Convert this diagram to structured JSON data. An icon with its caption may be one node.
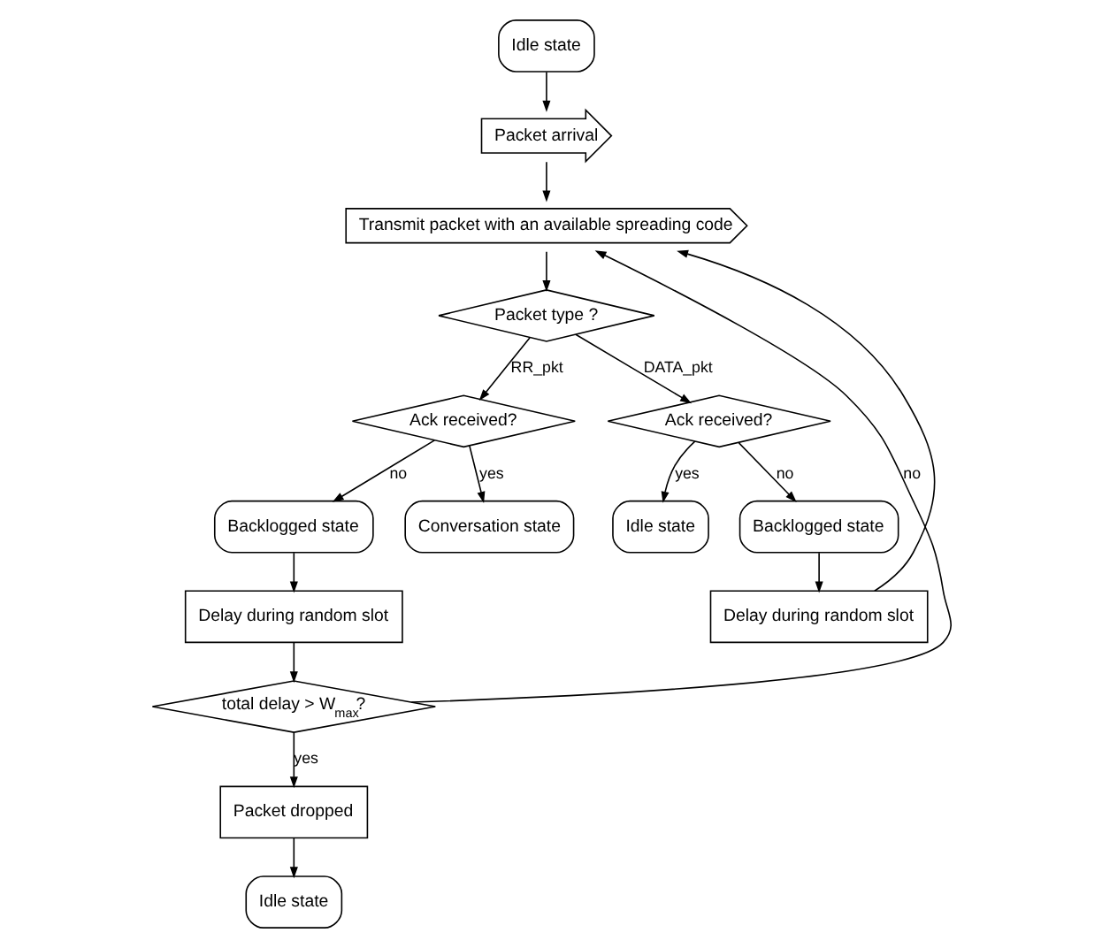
{
  "diagram": {
    "nodes": [
      {
        "text": [
          "Idle state"
        ]
      },
      {
        "text": [
          "Packet arrival"
        ]
      },
      {
        "text": [
          "Transmit packet with an available spreading code"
        ]
      },
      {
        "text": [
          "Packet type ?"
        ]
      },
      {
        "text": [
          "Ack received?"
        ]
      },
      {
        "text": [
          "Backlogged state"
        ]
      },
      {
        "text": [
          "Conversation state"
        ]
      },
      {
        "text": [
          "Delay during random slot"
        ]
      },
      {
        "text": [
          "total delay > W$_{max}$?"
        ]
      },
      {
        "text": [
          "Packet dropped"
        ]
      },
      {
        "text": [
          "Idle state"
        ]
      },
      {
        "text": [
          "Ack received?"
        ]
      },
      {
        "text": [
          "Idle state"
        ]
      },
      {
        "text": [
          "Backlogged state"
        ]
      },
      {
        "text": [
          "Delay during random slot"
        ]
      }
    ],
    "edges": [
      {
        "from": 0,
        "to": 1,
        "arrow": "to"
      },
      {
        "from": 1,
        "to": 2,
        "arrow": "to"
      },
      {
        "from": 2,
        "to": 3,
        "arrow": "to"
      },
      {
        "from": 3,
        "to": 4,
        "arrow": "to",
        "label": "RR_pkt"
      },
      {
        "from": 3,
        "to": 11,
        "arrow": "to",
        "label": "DATA_pkt"
      },
      {
        "from": 4,
        "to": 6,
        "arrow": "to",
        "label": "yes"
      },
      {
        "from": 4,
        "to": 5,
        "arrow": "to",
        "label": "no"
      },
      {
        "from": 5,
        "to": 7,
        "arrow": "to"
      },
      {
        "from": 7,
        "to": 8,
        "arrow": "to"
      },
      {
        "from": 8,
        "to": 9,
        "arrow": "to",
        "label": "yes"
      },
      {
        "from": 8,
        "to": 2,
        "arrow": "to",
        "label": "no"
      },
      {
        "from": 9,
        "to": 10,
        "arrow": "to"
      },
      {
        "from": 11,
        "to": 12,
        "arrow": "to",
        "label": "yes"
      },
      {
        "from": 11,
        "to": 13,
        "arrow": "to",
        "label": "no"
      },
      {
        "from": 13,
        "to": 14,
        "arrow": "to"
      },
      {
        "from": 14,
        "to": 2,
        "arrow": "to"
      }
    ]
  }
}
